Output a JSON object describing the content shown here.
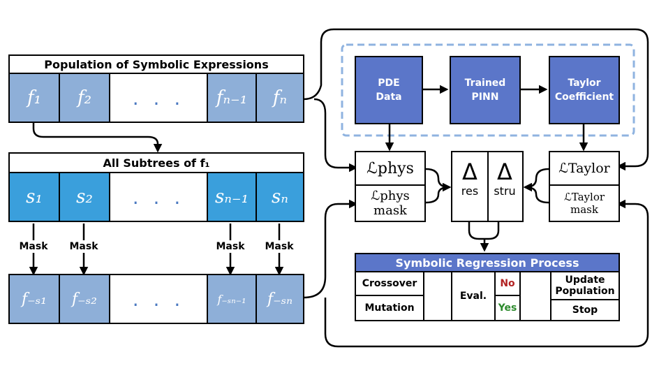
{
  "population": {
    "title": "Population of Symbolic Expressions",
    "cells": [
      "f₁",
      "f₂",
      ". . .",
      "fₙ₋₁",
      "fₙ"
    ]
  },
  "subtrees": {
    "title": "All Subtrees of f₁",
    "cells": [
      "s₁",
      "s₂",
      ". . .",
      "sₙ₋₁",
      "sₙ"
    ]
  },
  "masked": {
    "cells": [
      "f₋ₛ₁",
      "f₋ₛ₂",
      ". . .",
      "f₋ₛₙ₋₁",
      "f₋ₛₙ"
    ]
  },
  "mask_labels": [
    "Mask",
    "Mask",
    "Mask",
    "Mask"
  ],
  "pipeline": {
    "pde_data": "PDE\nData",
    "trained_pinn": "Trained\nPINN",
    "taylor_coefficient": "Taylor\nCoefficient"
  },
  "losses": {
    "phys": "ℒphys",
    "phys_mask": "ℒphys mask",
    "taylor": "ℒTaylor",
    "taylor_mask": "ℒTaylor mask"
  },
  "delta": {
    "symbol": "Δ",
    "res": "res",
    "stru": "stru"
  },
  "sr_process": {
    "title": "Symbolic Regression Process",
    "crossover": "Crossover",
    "mutation": "Mutation",
    "eval": "Eval.",
    "no": "No",
    "yes": "Yes",
    "update": "Update\nPopulation",
    "stop": "Stop"
  },
  "colors": {
    "light_blue": "#8eafd8",
    "bright_blue": "#3a9fdc",
    "dark_blue": "#5b76c9",
    "dashed_border": "#8fb3e0",
    "dots": "#4a78c0",
    "no_red": "#b22222",
    "yes_green": "#2e8b2e"
  }
}
